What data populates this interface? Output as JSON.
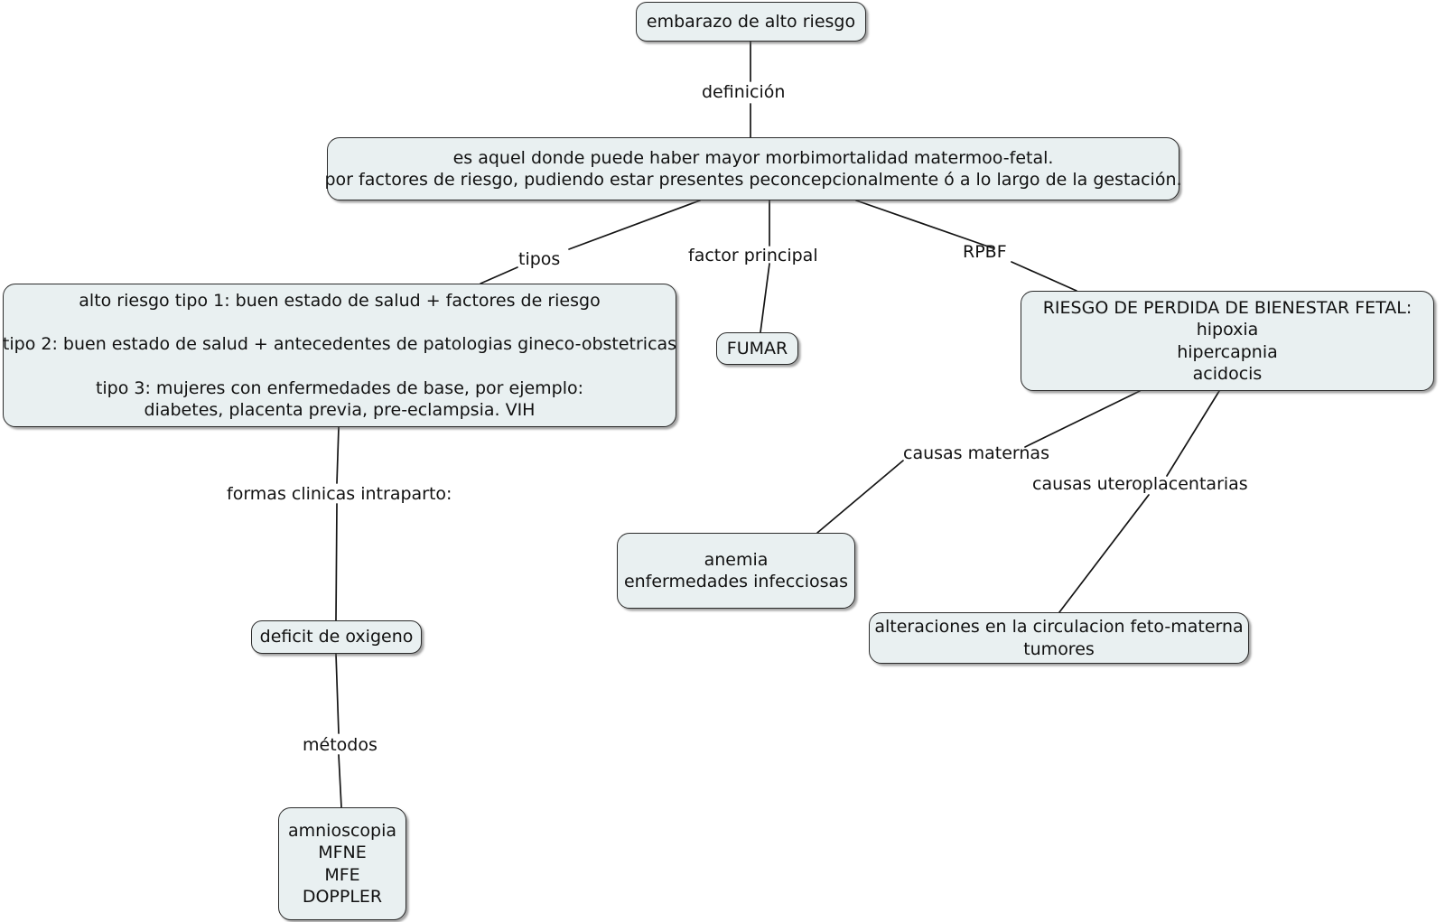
{
  "map": {
    "title": "embarazo de alto riesgo",
    "background": "#ffffff",
    "node_fill": "#e9f0f1",
    "node_border": "#2b2b2b",
    "text_color": "#111111"
  },
  "nodes": {
    "root": "embarazo de alto riesgo",
    "definition": "es aquel donde puede haber mayor morbimortalidad matermoo-fetal.\npor factores de riesgo, pudiendo estar presentes peconcepcionalmente ó a lo largo de la gestación.",
    "tipos": "alto riesgo tipo 1: buen estado de salud + factores de riesgo\n\ntipo 2: buen estado de salud + antecedentes de patologias gineco-obstetricas\n\ntipo 3: mujeres con enfermedades de base, por ejemplo:\ndiabetes, placenta previa, pre-eclampsia. VIH",
    "fumar": "FUMAR",
    "rpbf": "RIESGO DE PERDIDA DE BIENESTAR FETAL:\nhipoxia\nhipercapnia\nacidocis",
    "anemia": "anemia\nenfermedades infecciosas",
    "alteraciones": "alteraciones en la circulacion feto-materna\ntumores",
    "deficit": "deficit de oxigeno",
    "metodos_box": "amnioscopia\nMFNE\nMFE\nDOPPLER"
  },
  "link_labels": {
    "definicion": "definición",
    "tipos": "tipos",
    "factor_principal": "factor principal",
    "rpbf": "RPBF",
    "causas_maternas": "causas maternas",
    "causas_uteroplacentarias": "causas uteroplacentarias",
    "formas_clinicas": "formas clinicas intraparto:",
    "metodos": "métodos"
  }
}
